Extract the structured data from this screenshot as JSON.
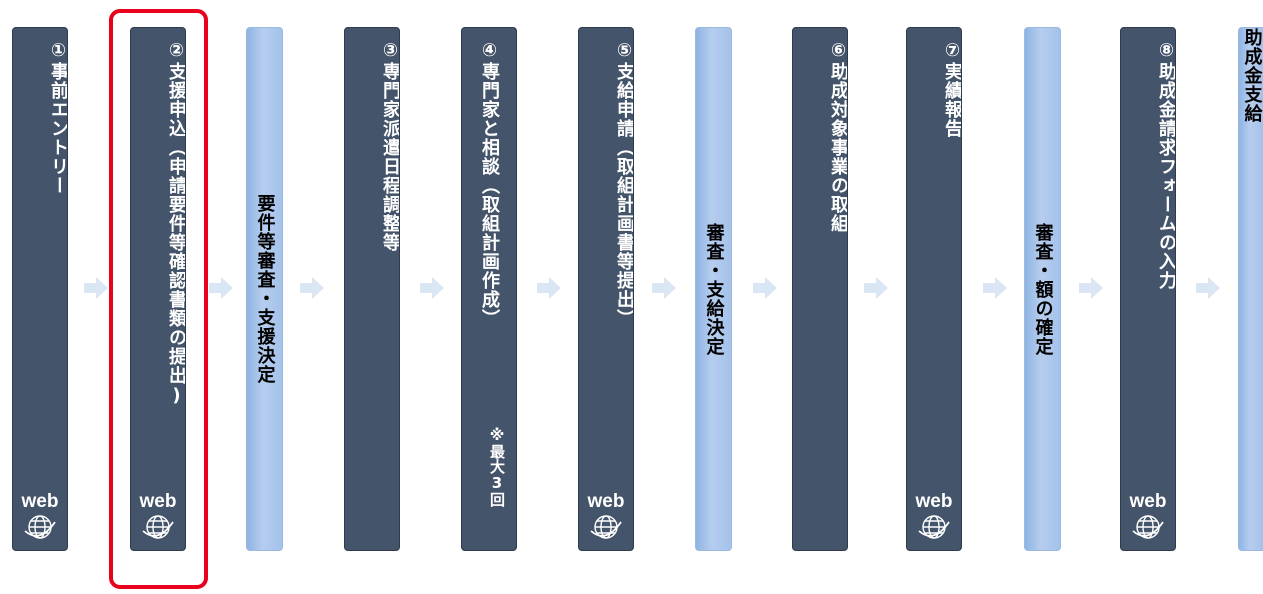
{
  "steps": [
    {
      "title": "①事前エントリー",
      "web_label": "web"
    },
    {
      "title": "②支援申込（申請要件等確認書類の提出)",
      "web_label": "web"
    },
    {
      "title": "要件等審査・支援決定"
    },
    {
      "title": "③専門家派遣日程調整等"
    },
    {
      "title": "④専門家と相談（取組計画作成）",
      "note": "※最大3回"
    },
    {
      "title": "⑤支給申請（取組計画書等提出）",
      "web_label": "web"
    },
    {
      "title": "審査・支給決定"
    },
    {
      "title": "⑥助成対象事業の取組"
    },
    {
      "title": "⑦実績報告",
      "web_label": "web"
    },
    {
      "title": "審査・額の確定"
    },
    {
      "title": "⑧助成金請求フォームの入力",
      "web_label": "web"
    },
    {
      "title": "助成金支給"
    }
  ],
  "colors": {
    "dark_step": "#44546a",
    "light_step": "#b6cdee",
    "arrow": "#dbe6f4",
    "highlight": "#e8001c"
  },
  "icons": {
    "web": "globe-icon",
    "arrow": "right-arrow-icon"
  }
}
